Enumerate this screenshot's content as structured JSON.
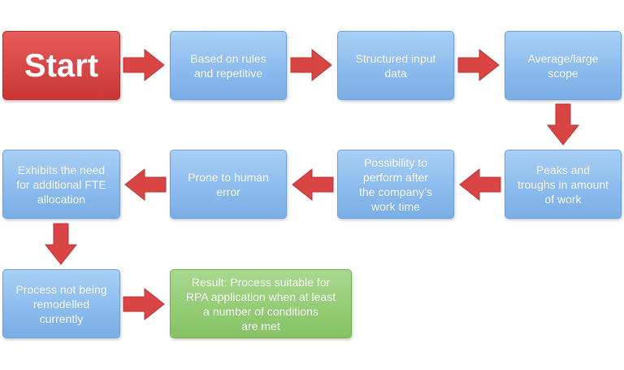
{
  "colors": {
    "start": "#d64545",
    "step": "#8cbcee",
    "result": "#93cc74",
    "arrow": "#d94545"
  },
  "nodes": {
    "start": "Start",
    "rules": "Based on rules\nand repetitive",
    "structured": "Structured input\ndata",
    "scope": "Average/large\nscope",
    "peaks": "Peaks and\ntroughs in amount\nof work",
    "after_hours": "Possibility to\nperform after\nthe company’s\nwork time",
    "error": "Prone to human\nerror",
    "fte": "Exhibits the need\nfor additional FTE\nallocation",
    "remodel": "Process not being\nremodelled\ncurrently",
    "result": "Result: Process suitable for\nRPA application when at least\na number of conditions\nare met"
  }
}
